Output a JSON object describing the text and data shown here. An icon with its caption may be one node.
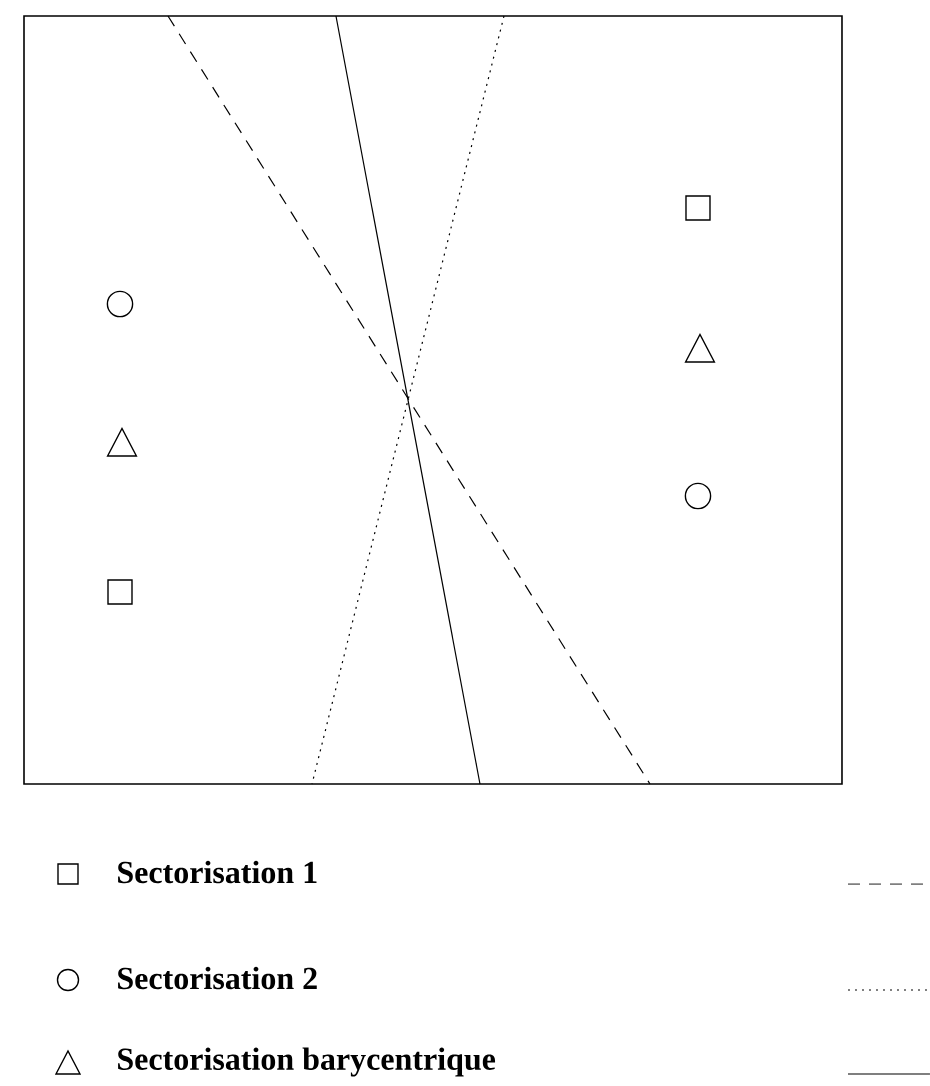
{
  "diagram": {
    "legend": [
      {
        "text": "Sectorisation 1"
      },
      {
        "text": "Sectorisation 2"
      },
      {
        "text": "Sectorisation barycentrique"
      }
    ]
  }
}
